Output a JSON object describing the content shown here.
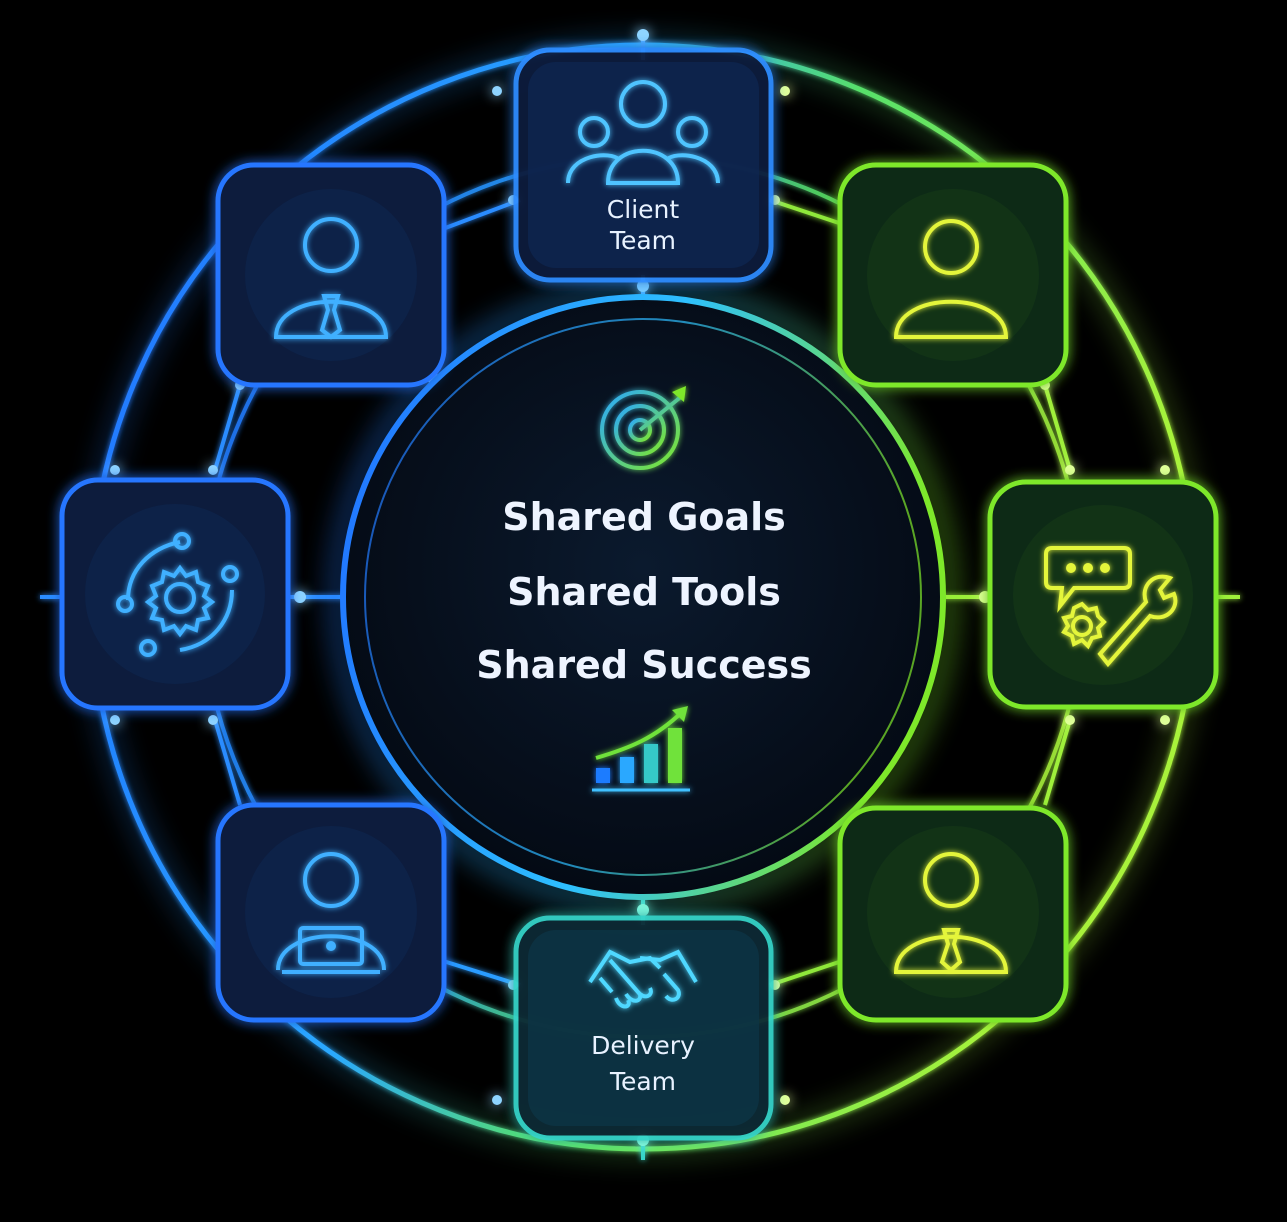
{
  "center": {
    "lines": [
      "Shared Goals",
      "Shared Tools",
      "Shared Success"
    ],
    "top_icon": "target-icon",
    "bottom_icon": "growth-chart-icon"
  },
  "nodes": {
    "top": {
      "icon": "team-group-icon",
      "label_line1": "Client",
      "label_line2": "Team"
    },
    "top_left": {
      "icon": "business-person-tie-icon"
    },
    "top_right": {
      "icon": "person-icon"
    },
    "left": {
      "icon": "gear-process-cycle-icon"
    },
    "right": {
      "icon": "chat-gear-wrench-icon"
    },
    "bottom_left": {
      "icon": "person-laptop-icon"
    },
    "bottom_right": {
      "icon": "business-person-tie-icon"
    },
    "bottom": {
      "icon": "handshake-icon",
      "label_line1": "Delivery",
      "label_line2": "Team"
    }
  },
  "colors": {
    "blue": "#1f7bff",
    "cyan": "#2fd8ff",
    "green": "#7ee82a",
    "lime": "#c8f53a",
    "background": "#000000"
  }
}
